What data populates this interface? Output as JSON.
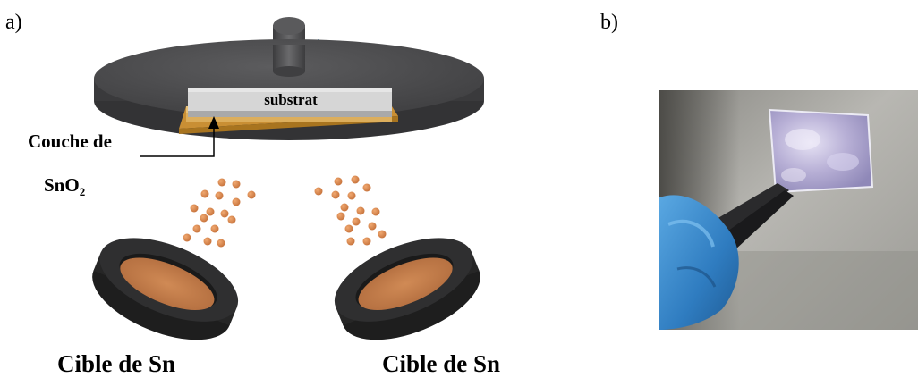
{
  "panel_a": {
    "letter": "a)",
    "substrate_label": "substrat",
    "layer_label": "Couche de",
    "layer_formula_base": "SnO",
    "layer_formula_sub": "2",
    "target_left_label": "Cible de Sn",
    "target_right_label": "Cible de Sn"
  },
  "panel_b": {
    "letter": "b)"
  },
  "colors": {
    "holder": "#4a4a4c",
    "holder_side": "#3a3a3b",
    "substrate": "#c8c8c8",
    "sno2_layer": "#e2b86a",
    "rotation_arrow": "#1e6fa8",
    "particles": "#d9884a",
    "target_ring": "#2a2a2a",
    "target_face": "#c4804f",
    "glove": "#3b8fd0"
  },
  "icons": [
    "rotation-arrow-icon",
    "pointer-arrow-icon"
  ]
}
